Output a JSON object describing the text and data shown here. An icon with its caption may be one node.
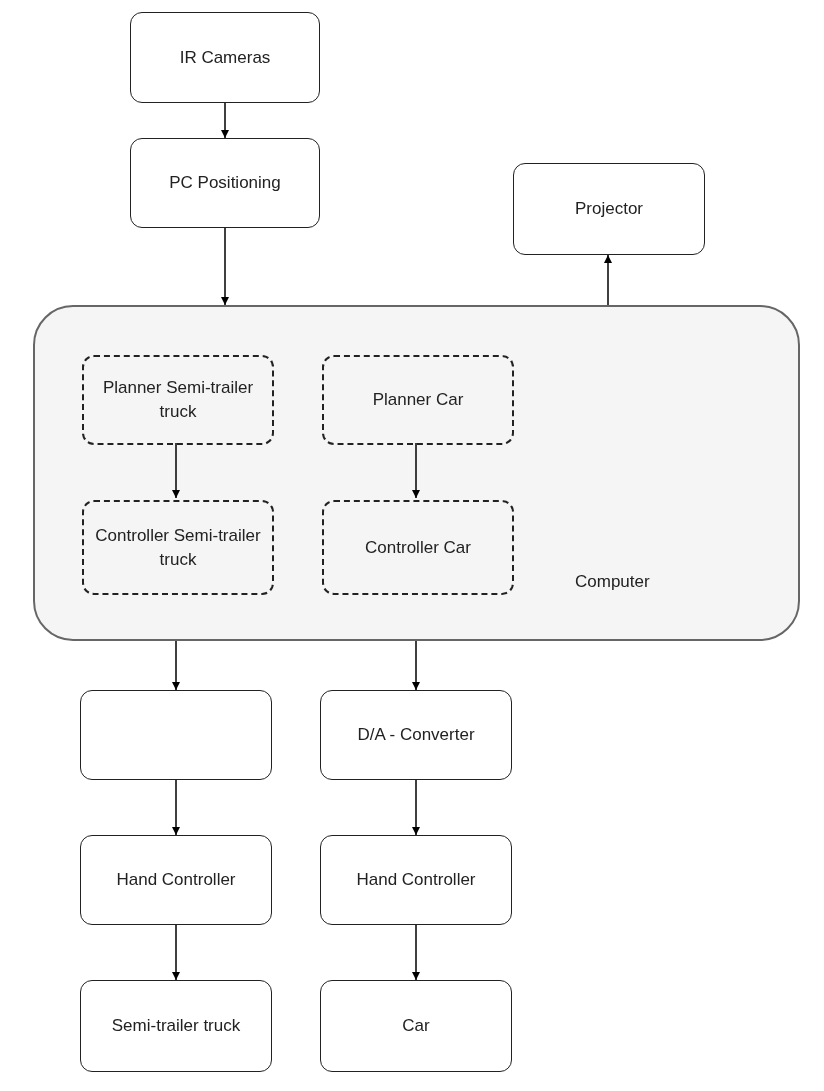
{
  "diagram": {
    "nodes": [
      {
        "text": [
          "IR Cameras"
        ]
      },
      {
        "text": [
          "PC Positioning"
        ]
      },
      {
        "text": [
          "Projector"
        ]
      },
      {
        "text": [
          "Computer"
        ]
      },
      {
        "text": [
          "Planner Semi-trailer truck"
        ],
        "in": 3
      },
      {
        "text": [
          "Controller Semi-trailer truck"
        ],
        "in": 3
      },
      {
        "text": [
          "Planner Car"
        ],
        "in": 3
      },
      {
        "text": [
          "Controller Car"
        ],
        "in": 3
      },
      {
        "text": [],
        "shape": "box"
      },
      {
        "text": [
          "D/A - Converter"
        ]
      },
      {
        "text": [
          "Hand Controller"
        ]
      },
      {
        "text": [
          "Hand Controller"
        ]
      },
      {
        "text": [
          "Semi-trailer truck"
        ]
      },
      {
        "text": [
          "Car"
        ]
      }
    ],
    "edges": [
      {
        "from": 0,
        "to": 1,
        "arrow": "to"
      },
      {
        "from": 1,
        "to": 3,
        "arrow": "to"
      },
      {
        "from": 3,
        "to": 2,
        "arrow": "to"
      },
      {
        "from": 4,
        "to": 5,
        "arrow": "to"
      },
      {
        "from": 6,
        "to": 7,
        "arrow": "to"
      },
      {
        "from": 3,
        "to": 8,
        "arrow": "to"
      },
      {
        "from": 3,
        "to": 9,
        "arrow": "to"
      },
      {
        "from": 8,
        "to": 10,
        "arrow": "to"
      },
      {
        "from": 10,
        "to": 12,
        "arrow": "to"
      },
      {
        "from": 9,
        "to": 11,
        "arrow": "to"
      },
      {
        "from": 11,
        "to": 13,
        "arrow": "to"
      }
    ]
  }
}
